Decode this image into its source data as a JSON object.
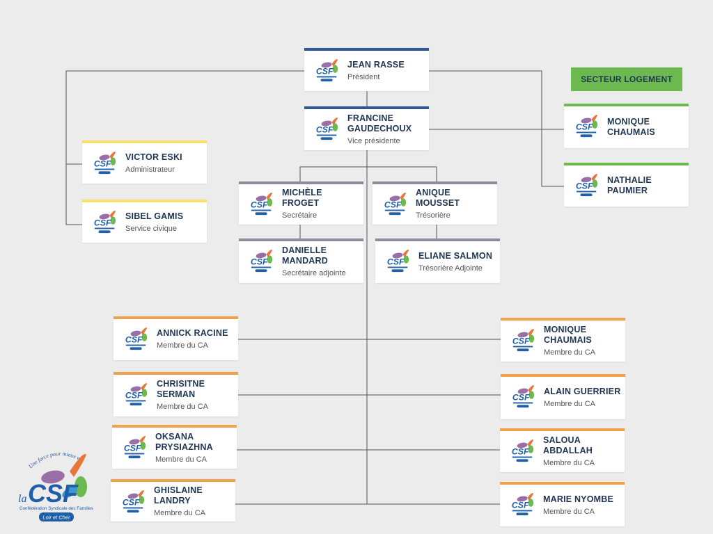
{
  "sector_label": "SECTEUR LOGEMENT",
  "colors": {
    "blue": "#2b5797",
    "yellow": "#f7e06b",
    "gray": "#8c8b99",
    "green": "#6cba4f",
    "orange": "#f0a24a",
    "line": "#555555",
    "name_text": "#1f3552"
  },
  "logo_text": {
    "slogan": "Une force pour mieux vivre",
    "la": "la",
    "brand": "CSF",
    "full": "Confédération Syndicale des Familles",
    "region": "Loir et Cher"
  },
  "members": [
    {
      "id": "jean-rasse",
      "name": "JEAN RASSE",
      "role": "Président",
      "color": "blue"
    },
    {
      "id": "francine-gaudechoux",
      "name": "FRANCINE GAUDECHOUX",
      "role": "Vice présidente",
      "color": "blue"
    },
    {
      "id": "victor-eski",
      "name": "VICTOR ESKI",
      "role": "Administrateur",
      "color": "yellow"
    },
    {
      "id": "sibel-gamis",
      "name": "SIBEL GAMIS",
      "role": "Service civique",
      "color": "yellow"
    },
    {
      "id": "michele-froget",
      "name": "MICHÈLE FROGET",
      "role": "Secrétaire",
      "color": "gray"
    },
    {
      "id": "anique-mousset",
      "name": "ANIQUE MOUSSET",
      "role": "Trésorière",
      "color": "gray"
    },
    {
      "id": "danielle-mandard",
      "name": "DANIELLE MANDARD",
      "role": "Secrétaire adjointe",
      "color": "gray"
    },
    {
      "id": "eliane-salmon",
      "name": "ELIANE SALMON",
      "role": "Trésorière Adjointe",
      "color": "gray"
    },
    {
      "id": "monique-chaumais-logement",
      "name": "MONIQUE CHAUMAIS",
      "role": "",
      "color": "green"
    },
    {
      "id": "nathalie-paumier",
      "name": "NATHALIE PAUMIER",
      "role": "",
      "color": "green"
    },
    {
      "id": "annick-racine",
      "name": "ANNICK RACINE",
      "role": "Membre du CA",
      "color": "orange"
    },
    {
      "id": "chrisitne-serman",
      "name": "CHRISITNE SERMAN",
      "role": "Membre du CA",
      "color": "orange"
    },
    {
      "id": "oksana-prysiazhna",
      "name": "OKSANA PRYSIAZHNA",
      "role": "Membre du CA",
      "color": "orange"
    },
    {
      "id": "ghislaine-landry",
      "name": "GHISLAINE LANDRY",
      "role": "Membre du CA",
      "color": "orange"
    },
    {
      "id": "monique-chaumais-ca",
      "name": "MONIQUE CHAUMAIS",
      "role": "Membre du CA",
      "color": "orange"
    },
    {
      "id": "alain-guerrier",
      "name": "ALAIN GUERRIER",
      "role": "Membre du CA",
      "color": "orange"
    },
    {
      "id": "saloua-abdallah",
      "name": "SALOUA ABDALLAH",
      "role": "Membre du CA",
      "color": "orange"
    },
    {
      "id": "marie-nyombe",
      "name": "MARIE NYOMBE",
      "role": "Membre du CA",
      "color": "orange"
    }
  ]
}
